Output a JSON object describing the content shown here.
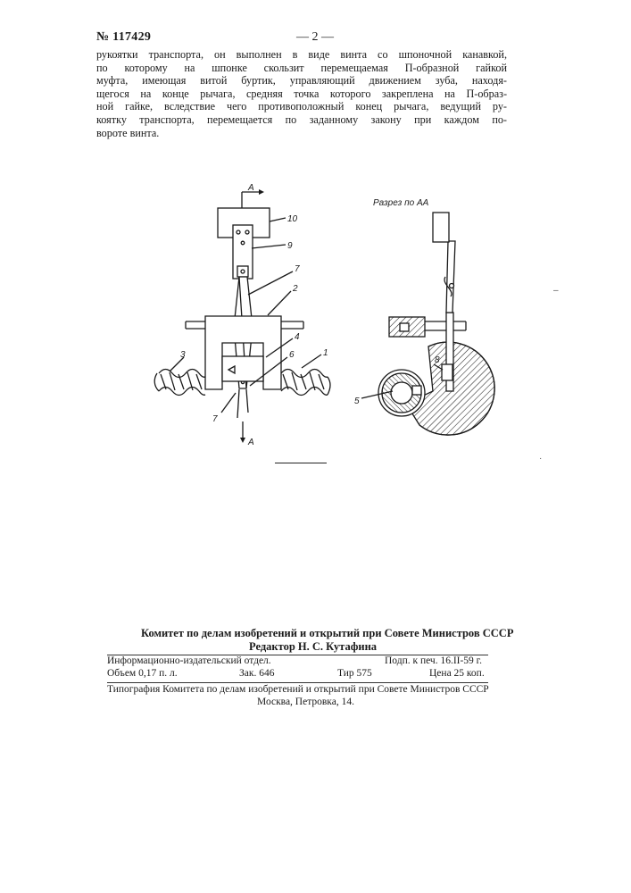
{
  "header": {
    "patent_number": "№ 117429",
    "page_number": "— 2 —"
  },
  "body_text": {
    "lines": [
      "рукоятки транспорта, он выполнен в виде винта со шпоночной канавкой,",
      "по которому на шпонке скользит  перемещаемая  П-образной  гайкой",
      "муфта, имеющая витой буртик, управляющий движением зуба, находя-",
      "щегося на конце рычага, средняя точка которого закреплена на П-образ-",
      "ной гайке, вследствие чего противоположный конец рычага, ведущий ру-",
      "коятку транспорта, перемещается по заданному закону при каждом по-",
      "вороте винта."
    ]
  },
  "figure": {
    "section_title": "Разрез по АА",
    "section_mark_top": "А",
    "section_mark_bottom": "А",
    "labels": {
      "l1": "1",
      "l2": "2",
      "l3": "3",
      "l4": "4",
      "l5": "5",
      "l6": "6",
      "l7_top": "7",
      "l7_bottom": "7",
      "l8": "8",
      "l9": "9",
      "l10": "10"
    }
  },
  "imprint": {
    "committee": "Комитет по делам изобретений и открытий при Совете Министров СССР",
    "editor": "Редактор  Н. С. Кутафина",
    "dept": "Информационно-издательский отдел.",
    "signed": "Подп. к печ. 16.II-59 г.",
    "volume": "Объем 0,17 п. л.",
    "order": "Зак. 646",
    "print_run": "Тир  575",
    "price": "Цена 25 коп.",
    "typography": "Типография Комитета по делам изобретений и открытий при Совете Министров СССР",
    "address": "Москва, Петровка, 14."
  },
  "margin_marks": {
    "right_mark": "–",
    "right_dot": "·"
  }
}
